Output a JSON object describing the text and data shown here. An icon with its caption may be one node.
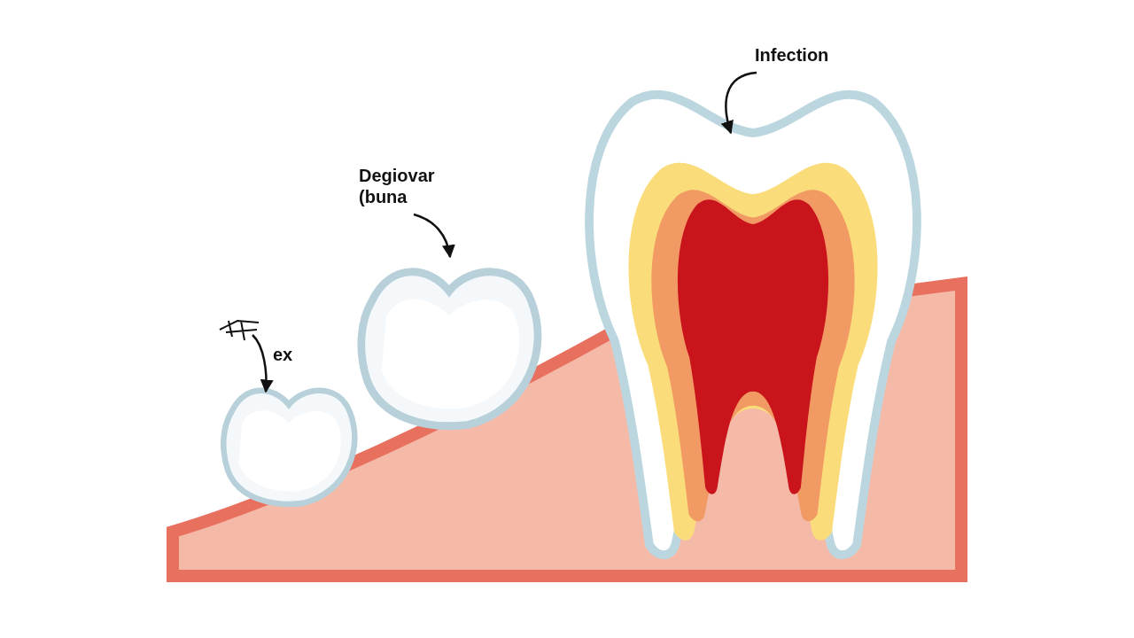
{
  "diagram": {
    "nodes": [
      {
        "text": [
          "Infection"
        ]
      },
      {
        "text": [],
        "shape": "picture"
      },
      {
        "text": [
          "Degiovar (buna"
        ]
      },
      {
        "text": [],
        "shape": "picture"
      },
      {
        "text": [
          "ex"
        ]
      },
      {
        "text": [],
        "shape": "picture"
      }
    ],
    "edges": [
      {
        "from": 0,
        "to": 1,
        "arrow": "to"
      },
      {
        "from": 2,
        "to": 3,
        "arrow": "to"
      },
      {
        "from": 4,
        "to": 5,
        "arrow": "to"
      }
    ]
  }
}
